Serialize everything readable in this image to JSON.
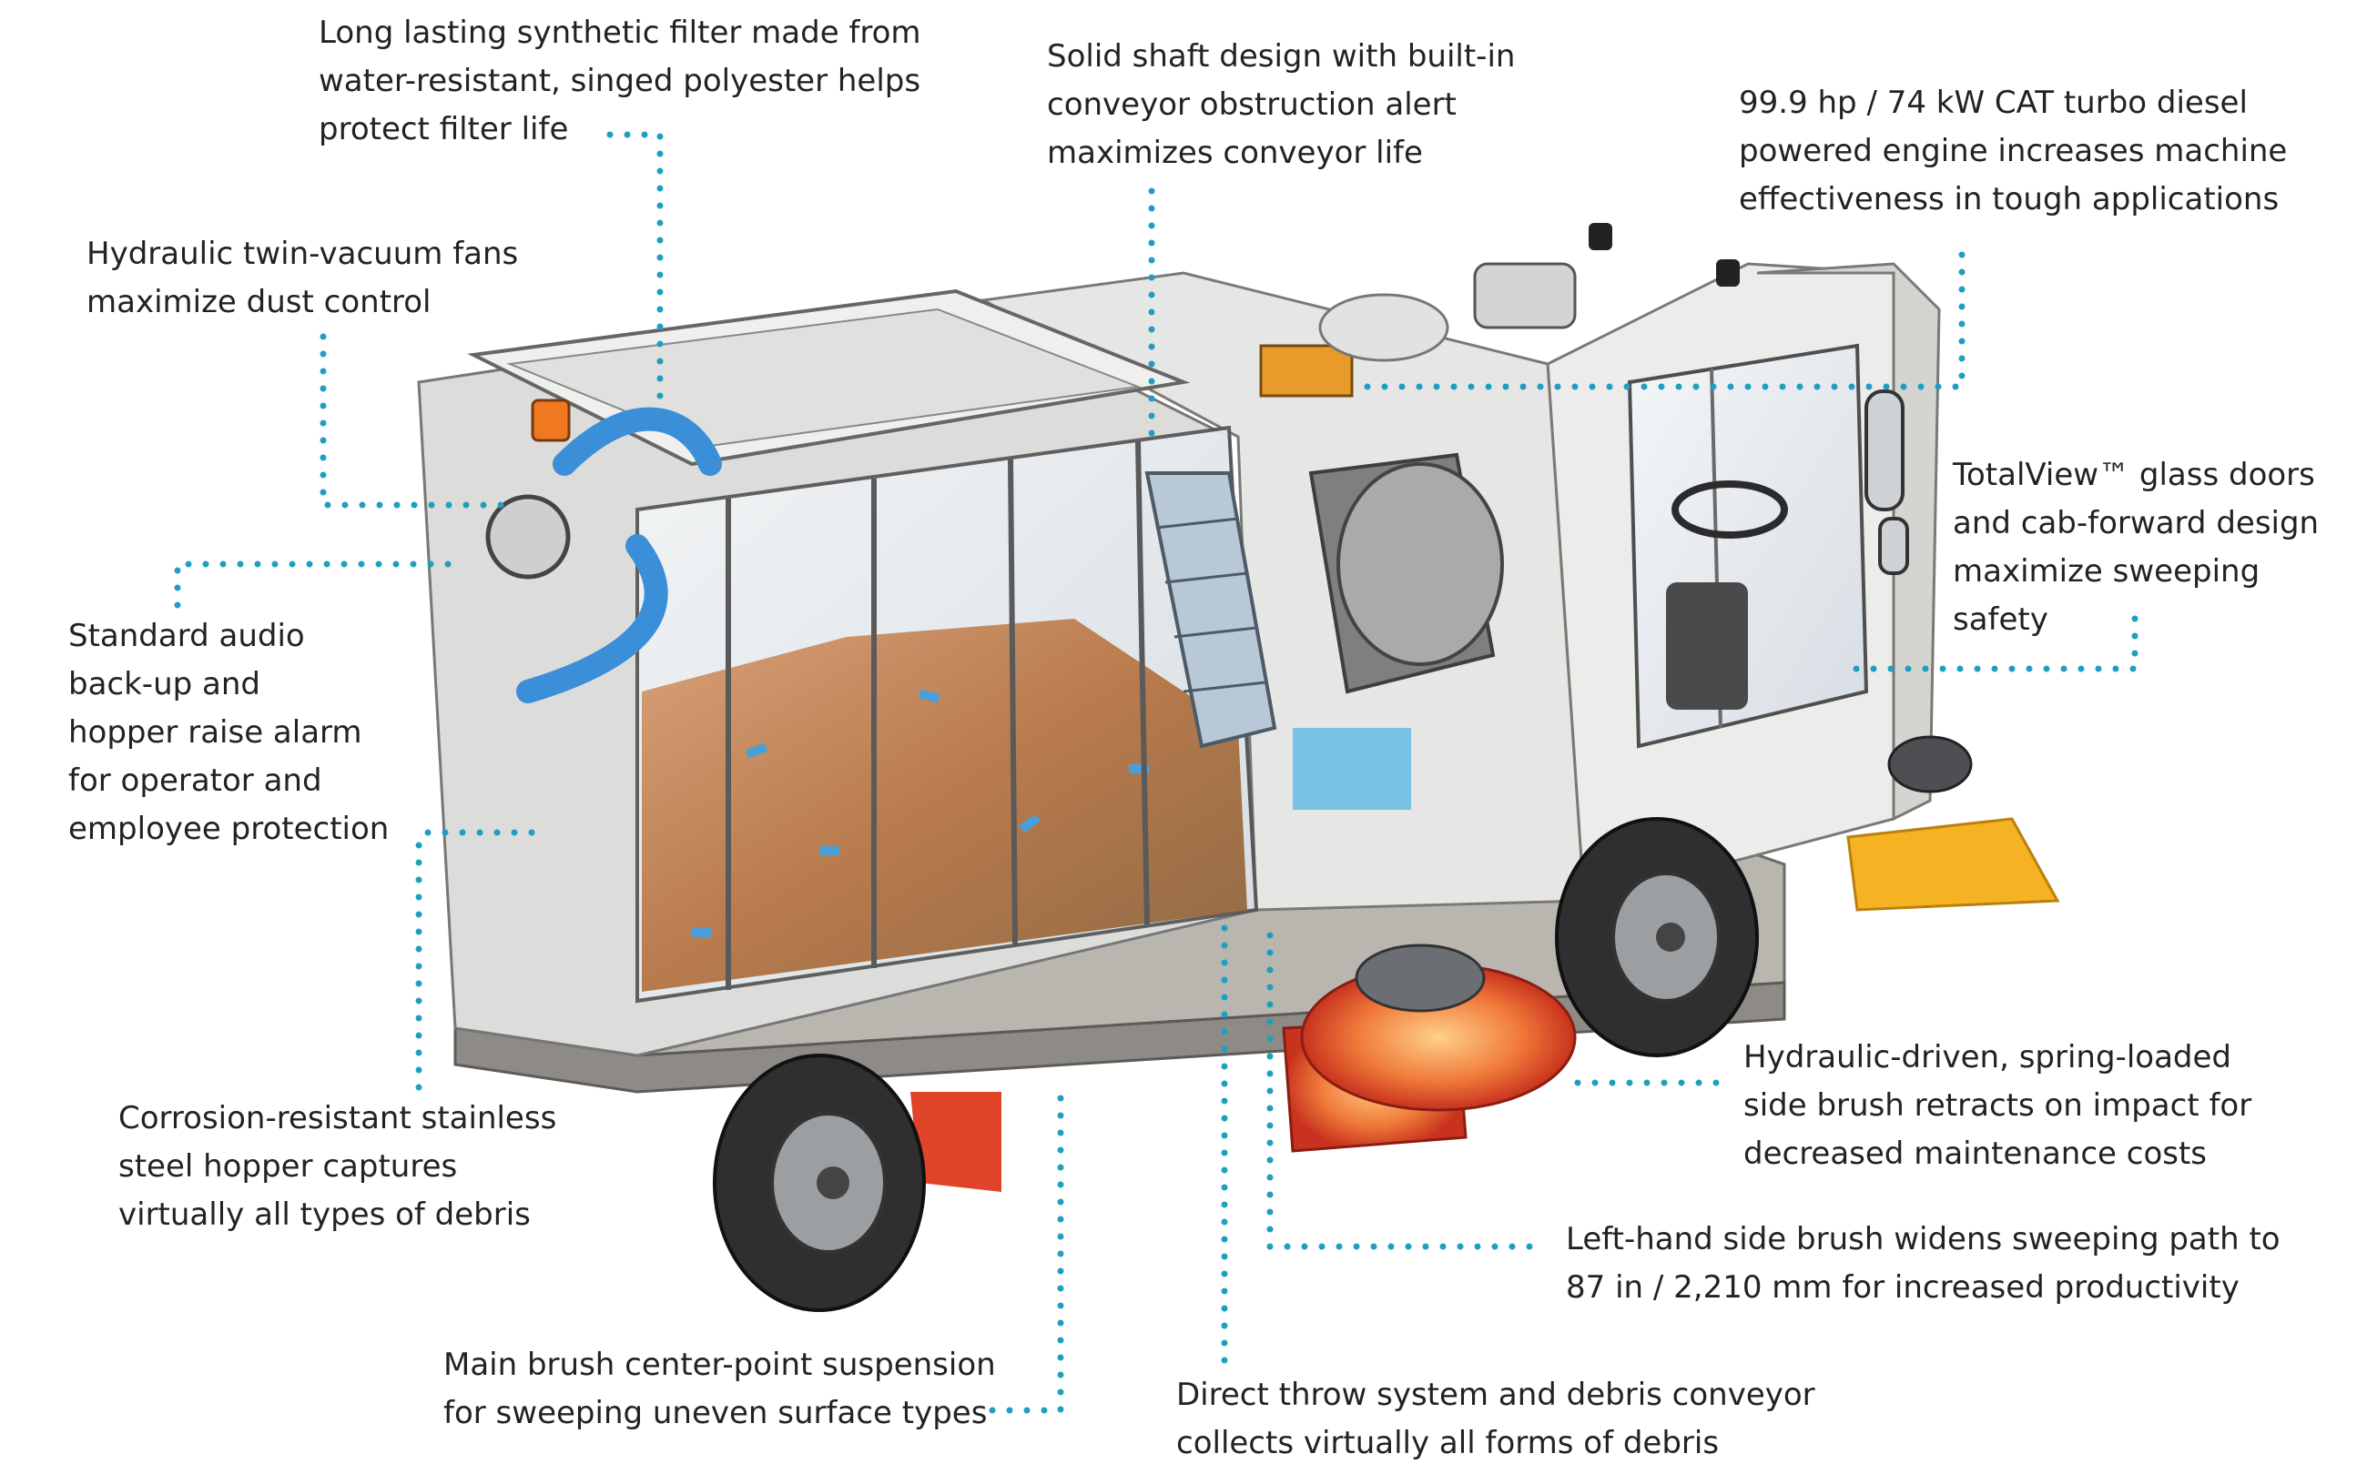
{
  "callouts": {
    "filter": "Long lasting synthetic filter made from\nwater-resistant, singed polyester helps\nprotect filter life",
    "fans": "Hydraulic twin-vacuum fans\nmaximize dust control",
    "alarm": "Standard audio\nback-up and\nhopper raise alarm\nfor operator and\nemployee protection",
    "hopper": "Corrosion-resistant stainless\nsteel hopper captures\nvirtually all types of debris",
    "main_brush": "Main brush center-point suspension\nfor sweeping uneven surface types",
    "direct_throw": "Direct throw system and debris conveyor\ncollects virtually all forms of debris",
    "left_brush": "Left-hand side brush widens sweeping path to\n87 in / 2,210 mm for increased productivity",
    "side_brush": "Hydraulic-driven, spring-loaded\nside brush retracts on impact for\ndecreased maintenance costs",
    "glass_doors": "TotalView™ glass doors\nand cab-forward design\nmaximize sweeping\nsafety",
    "engine": "99.9 hp / 74 kW CAT turbo diesel\npowered engine increases machine\neffectiveness in tough applications",
    "shaft": "Solid shaft design with built-in\nconveyor obstruction alert\nmaximizes conveyor life"
  },
  "colors": {
    "leader": "#1f9fc0",
    "body": "#e2e2e0",
    "chassis": "#b9b6b0",
    "debris": "#c98a55",
    "brush": "#f5b324",
    "red_brush": "#e0452a"
  }
}
